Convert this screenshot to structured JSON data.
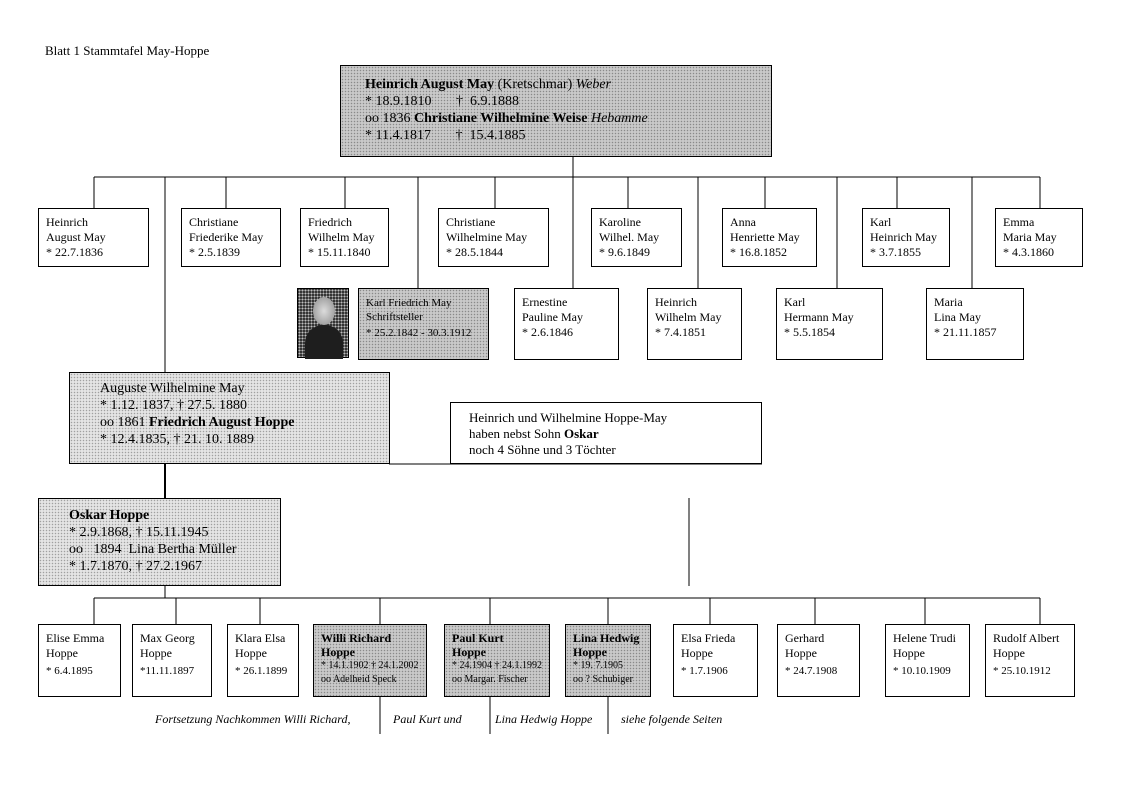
{
  "title": "Blatt 1  Stammtafel May-Hoppe",
  "root": {
    "name": "Heinrich August May",
    "occupation_paren": "(Kretschmar)",
    "occupation": "Weber",
    "dates": "* 18.9.1810       †  6.9.1888",
    "marriage_prefix": "oo 1836",
    "spouse": "Christiane Wilhelmine Weise",
    "spouse_occupation": "Hebamme",
    "spouse_dates": "* 11.4.1817       †  15.4.1885"
  },
  "children": [
    {
      "l1": "Heinrich",
      "l2": "August May",
      "l3": "* 22.7.1836"
    },
    {
      "l1": "Christiane",
      "l2": "Friederike May",
      "l3": "* 2.5.1839"
    },
    {
      "l1": "Friedrich",
      "l2": "Wilhelm May",
      "l3": "* 15.11.1840"
    },
    {
      "l1": "Christiane",
      "l2": "Wilhelmine May",
      "l3": "* 28.5.1844"
    },
    {
      "l1": "Karoline",
      "l2": "Wilhel. May",
      "l3": "* 9.6.1849"
    },
    {
      "l1": "Anna",
      "l2": "Henriette May",
      "l3": "* 16.8.1852"
    },
    {
      "l1": "Karl",
      "l2": "Heinrich May",
      "l3": "* 3.7.1855"
    },
    {
      "l1": "Emma",
      "l2": "Maria May",
      "l3": "* 4.3.1860"
    },
    {
      "l1": "Ernestine",
      "l2": "Pauline May",
      "l3": "* 2.6.1846"
    },
    {
      "l1": "Heinrich",
      "l2": "Wilhelm May",
      "l3": "* 7.4.1851"
    },
    {
      "l1": "Karl",
      "l2": "Hermann May",
      "l3": "* 5.5.1854"
    },
    {
      "l1": "Maria",
      "l2": "Lina May",
      "l3": "* 21.11.1857"
    }
  ],
  "karl": {
    "l1": "Karl Friedrich May",
    "l2": "Schriftsteller",
    "l3": "* 25.2.1842 - 30.3.1912"
  },
  "auguste": {
    "l1": "Auguste Wilhelmine May",
    "l2": "* 1.12. 1837, † 27.5. 1880",
    "l3_prefix": "oo 1861",
    "l3_name": "Friedrich August Hoppe",
    "l4": "* 12.4.1835, † 21. 10. 1889"
  },
  "note": {
    "l1": "Heinrich und Wilhelmine Hoppe-May",
    "l2_prefix": "haben nebst Sohn",
    "l2_name": "Oskar",
    "l3": "noch 4 Söhne und 3 Töchter"
  },
  "oskar": {
    "l1": "Oskar Hoppe",
    "l2": "* 2.9.1868, † 15.11.1945",
    "l3": "oo   1894  Lina Bertha Müller",
    "l4": "* 1.7.1870, † 27.2.1967"
  },
  "grandchildren": [
    {
      "l1": "Elise Emma",
      "l2": "Hoppe",
      "l3": "* 6.4.1895"
    },
    {
      "l1": "Max Georg",
      "l2": "Hoppe",
      "l3": "*11.11.1897"
    },
    {
      "l1": "Klara Elsa",
      "l2": "Hoppe",
      "l3": "* 26.1.1899"
    },
    {
      "l1": "Willi Richard",
      "l2": "Hoppe",
      "l3": "* 14.1.1902 † 24.1.2002",
      "l4": "oo  Adelheid Speck"
    },
    {
      "l1": "Paul Kurt",
      "l2": "Hoppe",
      "l3": "* 24.1904 † 24.1.1992",
      "l4": "oo Margar. Fischer"
    },
    {
      "l1": "Lina Hedwig",
      "l2": "Hoppe",
      "l3": "* 19. 7.1905",
      "l4": "oo  ? Schubiger"
    },
    {
      "l1": "Elsa Frieda",
      "l2": "Hoppe",
      "l3": "* 1.7.1906"
    },
    {
      "l1": "Gerhard",
      "l2": "Hoppe",
      "l3": "* 24.7.1908"
    },
    {
      "l1": "Helene Trudi",
      "l2": "Hoppe",
      "l3": "* 10.10.1909"
    },
    {
      "l1": "Rudolf Albert",
      "l2": "Hoppe",
      "l3": "* 25.10.1912"
    }
  ],
  "footer": {
    "p1": "Fortsetzung Nachkommen Willi Richard,",
    "p2": "Paul Kurt und",
    "p3": "Lina Hedwig Hoppe",
    "p4": "siehe folgende Seiten"
  }
}
